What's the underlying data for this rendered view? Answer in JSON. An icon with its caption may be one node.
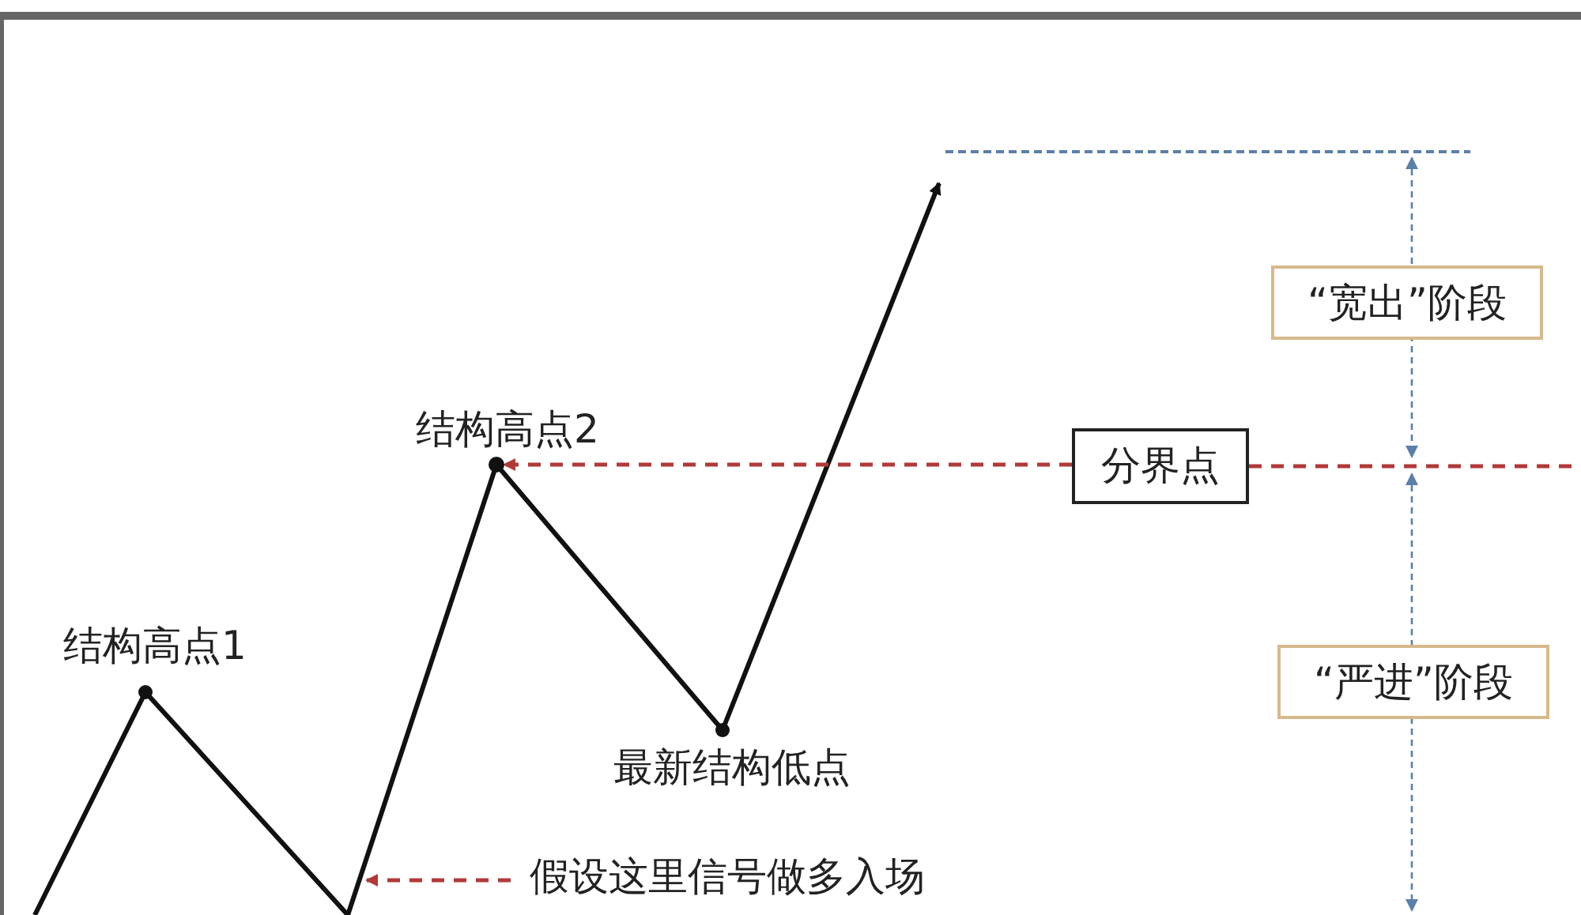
{
  "diagram": {
    "nodes": [
      {
        "text": [
          "结构高点1"
        ]
      },
      {
        "text": [
          "结构高点2"
        ]
      },
      {
        "text": [],
        "shape": "circle"
      },
      {
        "text": [
          "分界点"
        ]
      },
      {
        "text": [
          "“宽出”阶段"
        ]
      },
      {
        "text": [
          "“严进”阶段"
        ]
      },
      {
        "text": [
          "最新结构低点"
        ]
      },
      {
        "text": [
          "假设这里信号做多入场"
        ]
      }
    ],
    "edges": [
      {
        "from": 3,
        "to": 2,
        "arrow": "to",
        "style": "dashed",
        "color": "#b03a3a"
      },
      {
        "from": 7,
        "to": null,
        "arrow": "to",
        "style": "dashed",
        "color": "#b03a3a"
      }
    ]
  }
}
